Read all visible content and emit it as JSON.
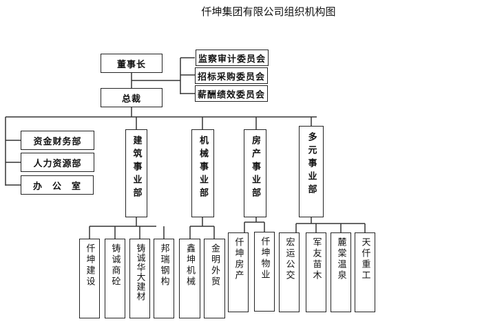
{
  "title": "仟坤集团有限公司组织机构图",
  "chairman": "董事长",
  "president": "总裁",
  "committees": [
    "监察审计委员会",
    "招标采购委员会",
    "薪酬绩效委员会"
  ],
  "departments": [
    "资金财务部",
    "人力资源部",
    "办　公　室"
  ],
  "divisions": [
    {
      "name": "建筑事业部",
      "subsidiaries": [
        "仟坤建设",
        "铸诚商砼",
        "铸诚华大建材",
        "邦瑞钢构"
      ]
    },
    {
      "name": "机械事业部",
      "subsidiaries": [
        "鑫坤机械",
        "金明外贸"
      ]
    },
    {
      "name": "房产事业部",
      "subsidiaries": [
        "仟坤房产",
        "仟坤物业"
      ]
    },
    {
      "name": "多元事业部",
      "subsidiaries": [
        "宏运公交",
        "军友苗木",
        "麓棠温泉",
        "天仟重工"
      ]
    }
  ]
}
